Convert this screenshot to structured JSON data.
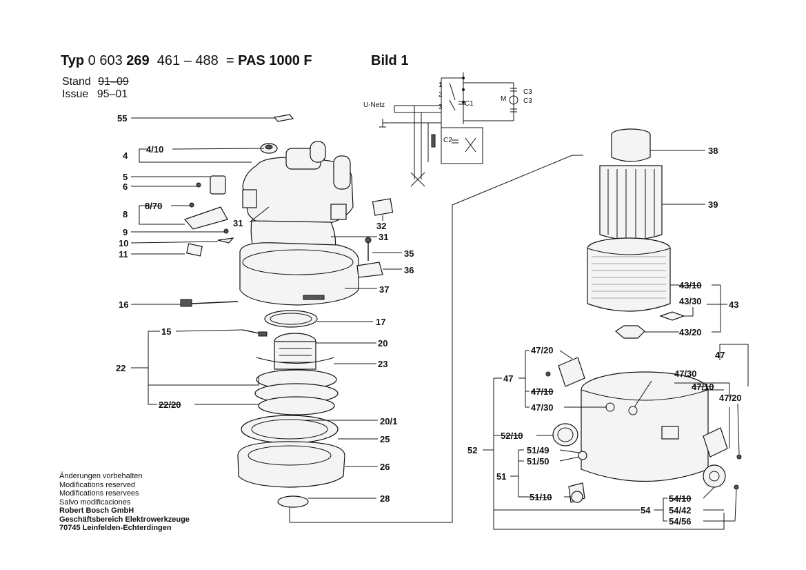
{
  "header": {
    "typ": "Typ",
    "number_plain": "0 603",
    "number_bold": "269",
    "range": "461 – 488",
    "equals": "=",
    "model": "PAS 1000 F",
    "bild": "Bild 1",
    "stand_label": "Stand",
    "stand_value": "91–09",
    "issue_label": "Issue",
    "issue_value": "95–01"
  },
  "circuit": {
    "netz": "U-Netz",
    "c1": "C1",
    "c2": "C2",
    "c3a": "C3",
    "c3b": "C3",
    "m": "M",
    "n1": "1",
    "n2": "2",
    "n3": "3"
  },
  "labels": {
    "l55": "55",
    "l4": "4",
    "l4_10": "4/10",
    "l5": "5",
    "l6": "6",
    "l8": "8",
    "l8_70": "8/70",
    "l9": "9",
    "l10": "10",
    "l11": "11",
    "l31a": "31",
    "l31b": "31",
    "l32": "32",
    "l35": "35",
    "l36": "36",
    "l37": "37",
    "l16": "16",
    "l17": "17",
    "l15": "15",
    "l20": "20",
    "l22": "22",
    "l23": "23",
    "l22_20": "22/20",
    "l20_1": "20/1",
    "l25": "25",
    "l26": "26",
    "l28": "28",
    "l38": "38",
    "l39": "39",
    "l43": "43",
    "l43_10": "43/10",
    "l43_30": "43/30",
    "l43_20": "43/20",
    "l47_20a": "47/20",
    "l47a": "47",
    "l47_10a": "47/10",
    "l47_30a": "47/30",
    "l47b": "47",
    "l47_30b": "47/30",
    "l47_10b": "47/10",
    "l47_20b": "47/20",
    "l52": "52",
    "l52_10": "52/10",
    "l51_49": "51/49",
    "l51_50": "51/50",
    "l51": "51",
    "l51_10": "51/10",
    "l54": "54",
    "l54_10": "54/10",
    "l54_42": "54/42",
    "l54_56": "54/56"
  },
  "footer": {
    "line1": "Änderungen vorbehalten",
    "line2": "Modifications reserved",
    "line3": "Modifications reservees",
    "line4": "Salvo modificaciones",
    "line5": "Robert Bosch GmbH",
    "line6": "Geschäftsbereich Elektrowerkzeuge",
    "line7": "70745 Leinfelden-Echterdingen"
  }
}
